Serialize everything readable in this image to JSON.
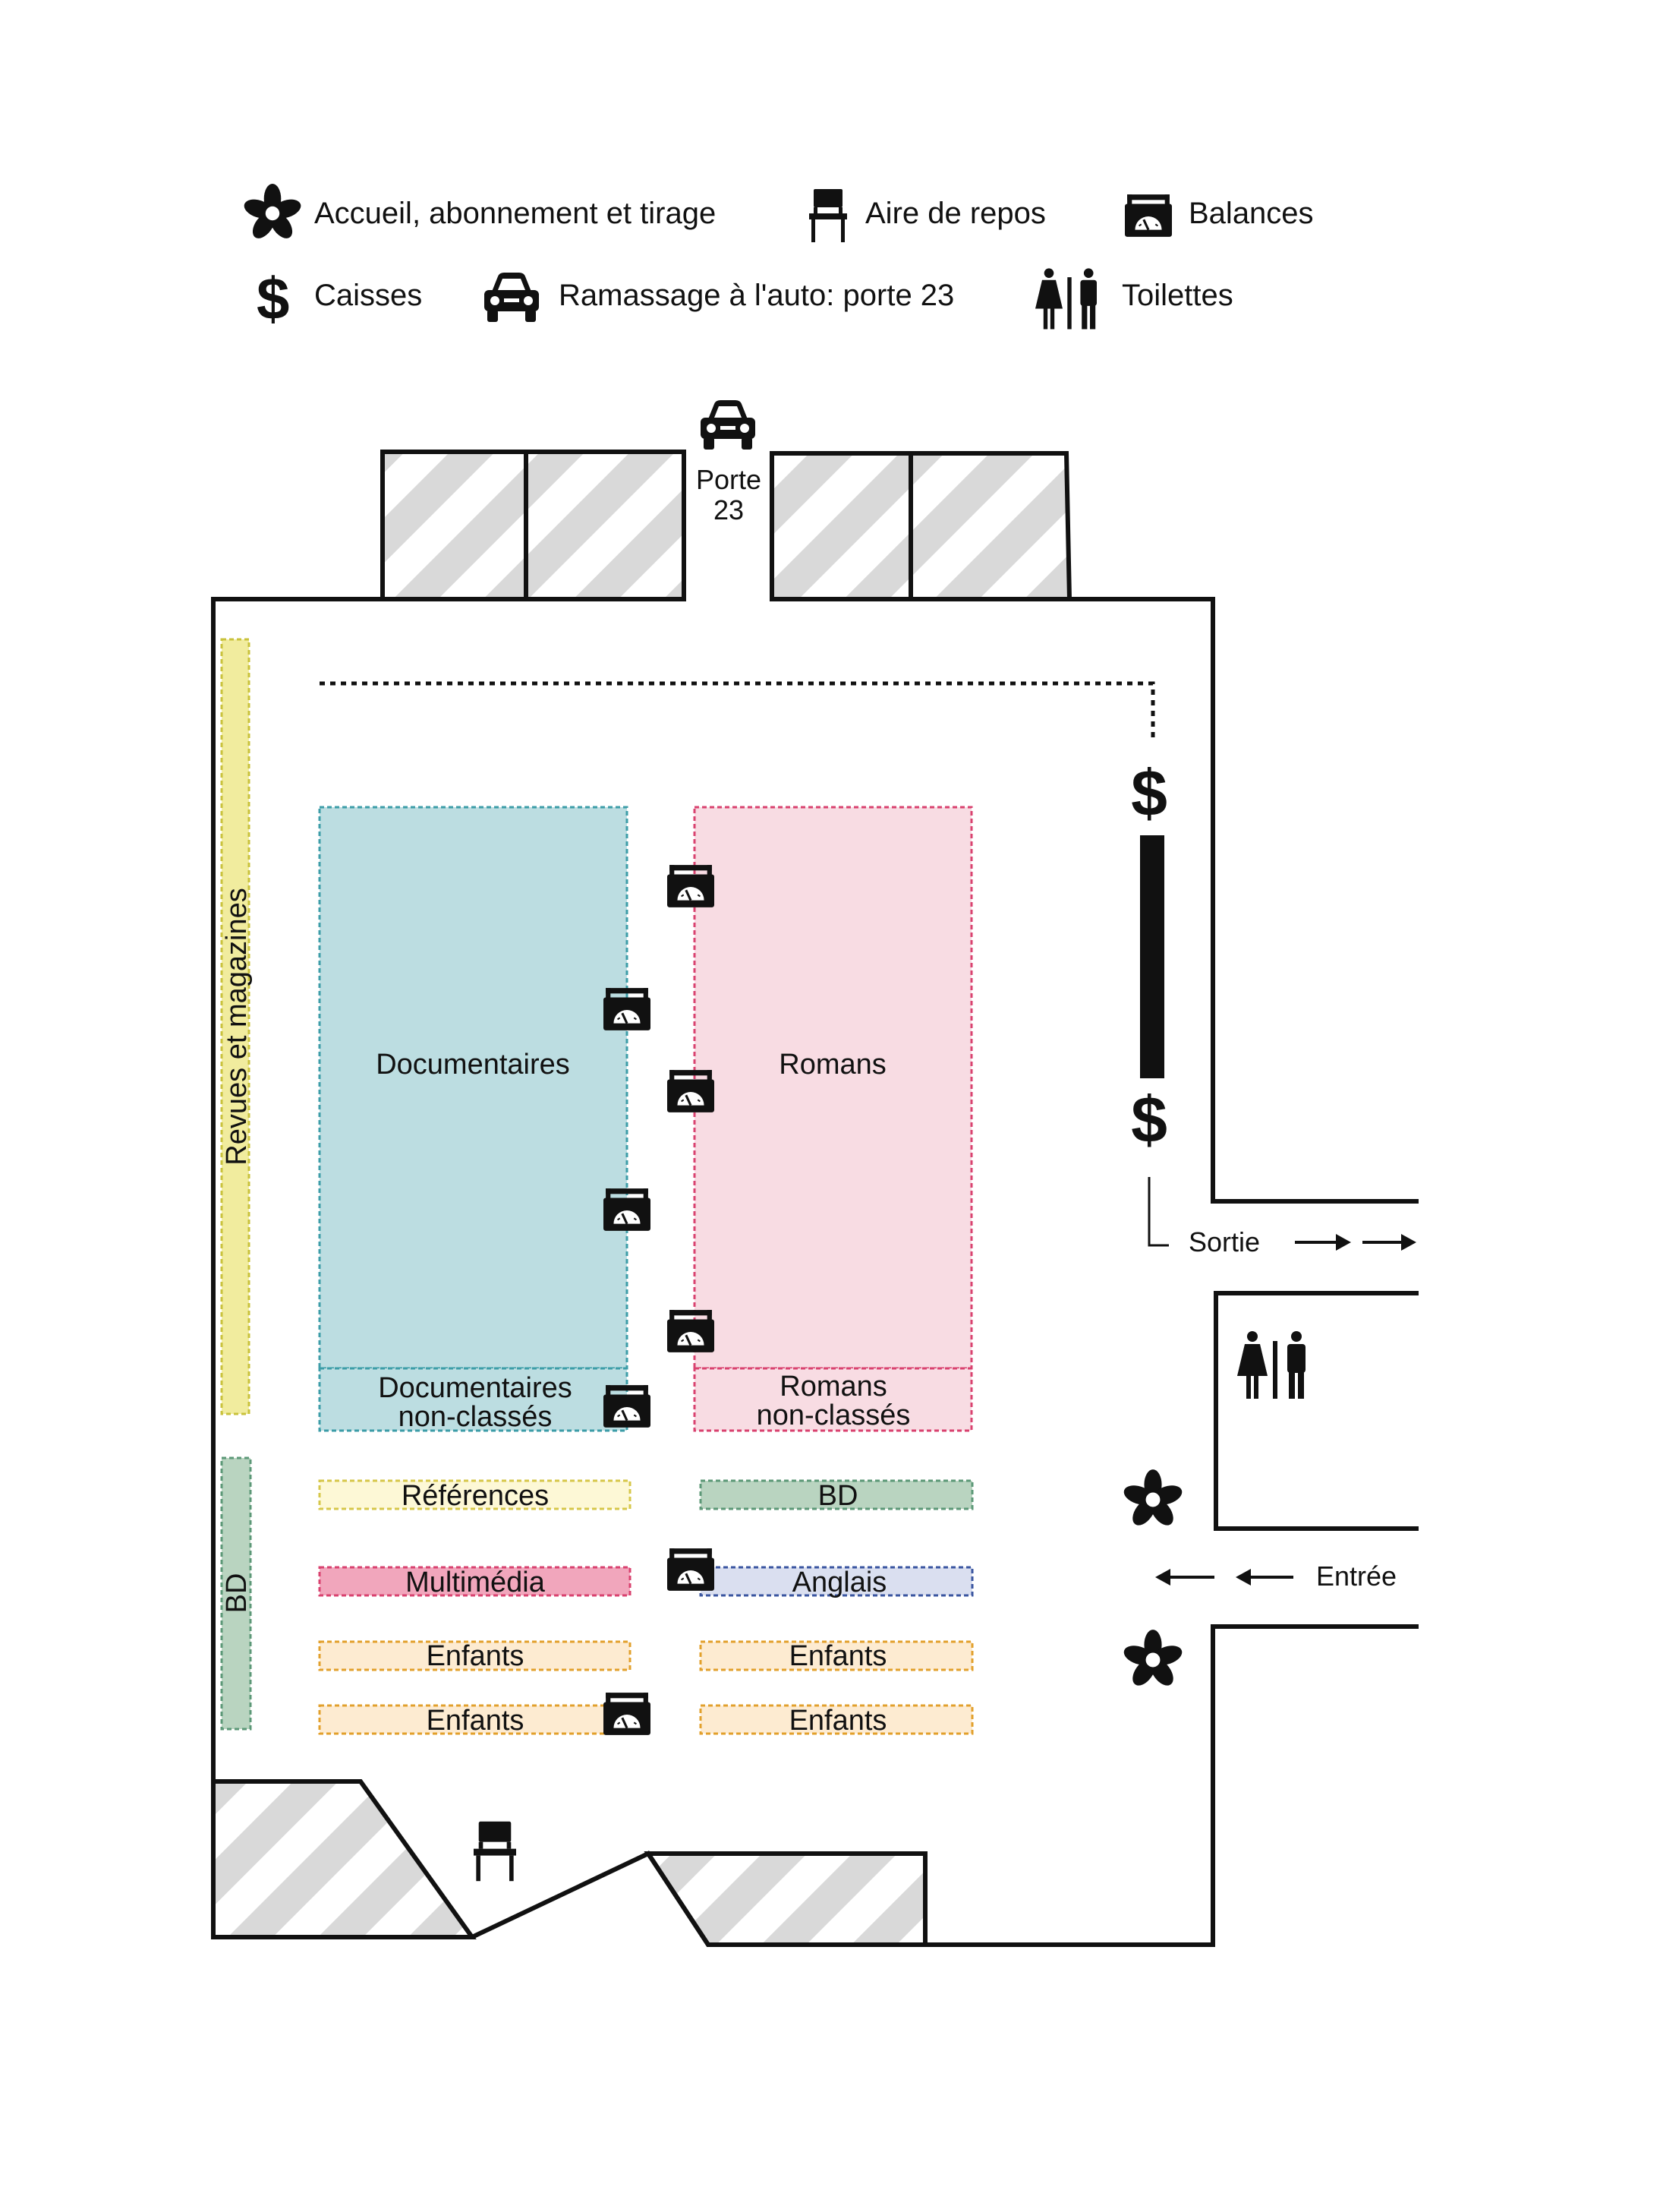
{
  "legend": [
    {
      "icon": "flower-icon",
      "label": "Accueil, abonnement et tirage"
    },
    {
      "icon": "chair-icon",
      "label": "Aire de repos"
    },
    {
      "icon": "scale-icon",
      "label": "Balances"
    },
    {
      "icon": "dollar-icon",
      "label": "Caisses"
    },
    {
      "icon": "car-icon",
      "label": "Ramassage à l'auto: porte 23"
    },
    {
      "icon": "restroom-icon",
      "label": "Toilettes"
    }
  ],
  "map": {
    "door": {
      "line1": "Porte",
      "line2": "23"
    },
    "sortie": "Sortie",
    "entree": "Entrée",
    "zones": {
      "revues": "Revues et magazines",
      "bd_side": "BD",
      "documentaires": "Documentaires",
      "documentaires_nc_1": "Documentaires",
      "documentaires_nc_2": "non-classés",
      "romans": "Romans",
      "romans_nc_1": "Romans",
      "romans_nc_2": "non-classés",
      "references": "Références",
      "bd": "BD",
      "multimedia": "Multimédia",
      "anglais": "Anglais",
      "enfants_1": "Enfants",
      "enfants_2": "Enfants",
      "enfants_3": "Enfants",
      "enfants_4": "Enfants"
    }
  },
  "colors": {
    "documentaires": "#bcdde1",
    "romans": "#f8dce3",
    "revues": "#f1ec9e",
    "bd": "#b9d4c0",
    "multimedia": "#f1a6bc",
    "anglais": "#dadff0",
    "enfants": "#fdebd1",
    "references": "#fdf8d6",
    "hatch": "#d9d9d9"
  }
}
